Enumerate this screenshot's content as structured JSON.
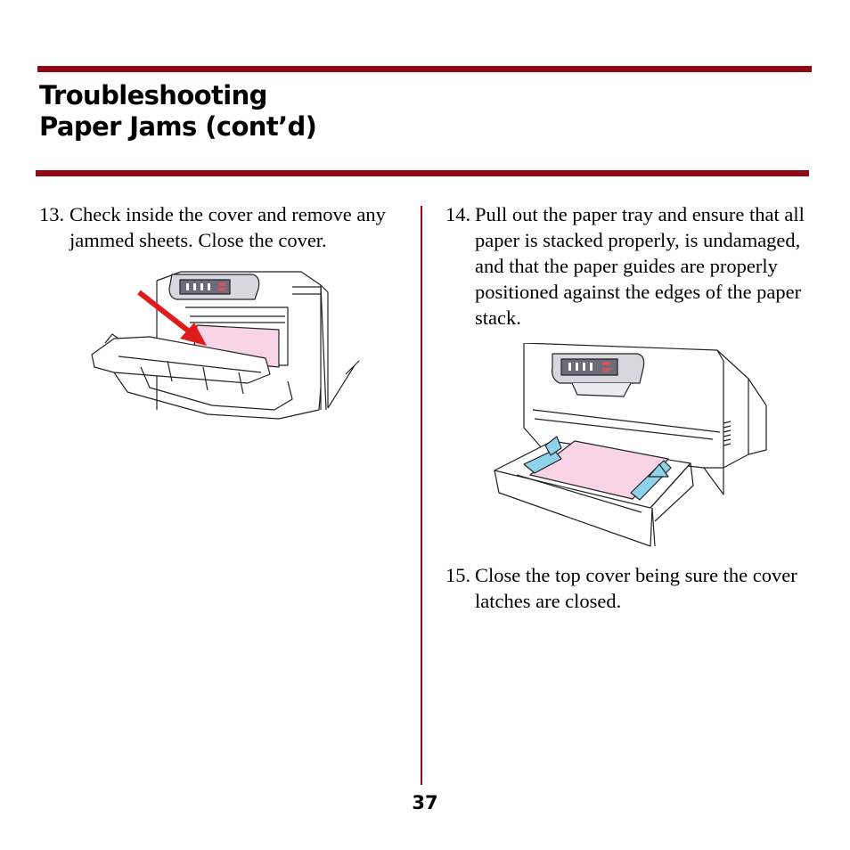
{
  "header": {
    "title_line1": "Troubleshooting",
    "title_line2": "Paper Jams (cont’d)"
  },
  "steps": [
    {
      "number": "13.",
      "text": "Check inside the cover and remove any jammed sheets. Close the cover."
    },
    {
      "number": "14.",
      "text": "Pull out the paper tray and ensure that all paper is stacked properly, is undamaged, and that the paper guides are properly positioned against the edges of the paper stack."
    },
    {
      "number": "15.",
      "text": "Close the top cover being sure the cover latches are closed."
    }
  ],
  "page_number": "37",
  "colors": {
    "rule": "#8f0a14",
    "paper": "#f8d4e6",
    "guide": "#8fd3ea",
    "arrow": "#e01b1b",
    "panel": "#6e6b7c"
  },
  "illustrations": [
    {
      "name": "printer-front-cover-open-with-jammed-paper-and-red-arrow"
    },
    {
      "name": "printer-paper-tray-pulled-out-with-blue-paper-guides"
    }
  ]
}
